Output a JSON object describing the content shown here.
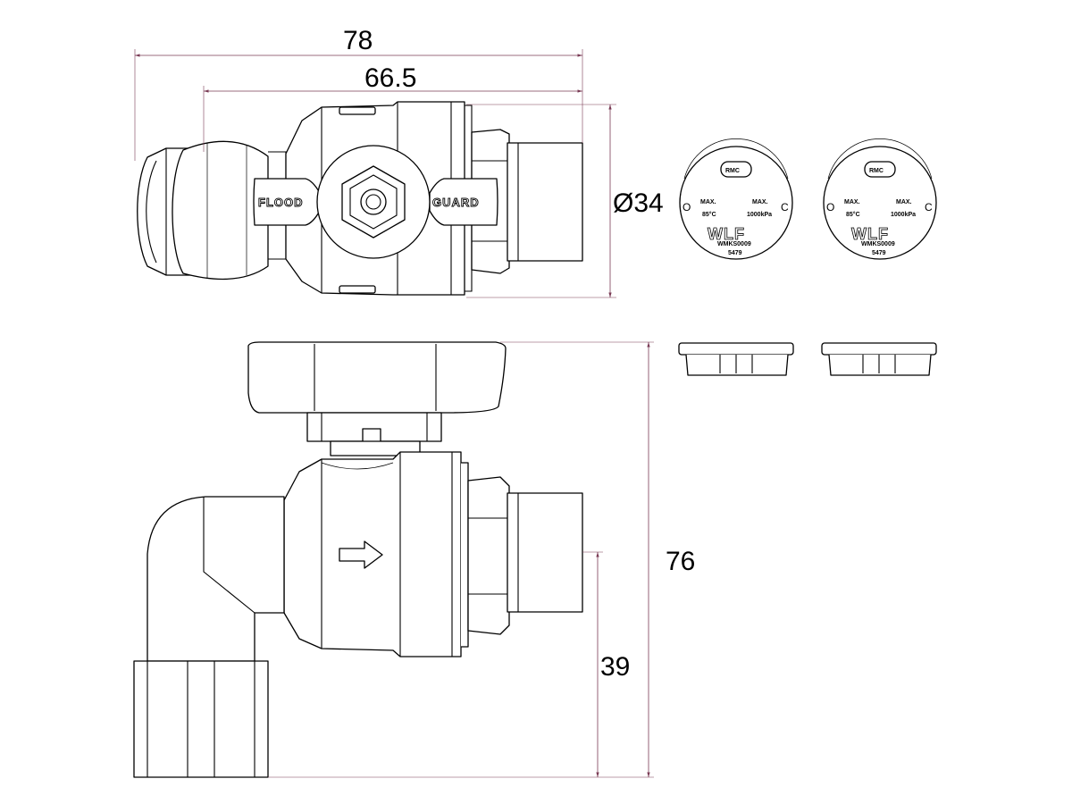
{
  "dimensions": {
    "overall_length": "78",
    "body_length": "66.5",
    "diameter": "Ø34",
    "overall_height": "76",
    "outlet_height": "39"
  },
  "handle": {
    "left_text": "FLOOD",
    "right_text": "GUARD"
  },
  "caps": [
    {
      "logo": "RMC",
      "open_mark": "O",
      "close_mark": "C",
      "temp_label": "MAX.",
      "temp_value": "85°C",
      "pressure_label": "MAX.",
      "pressure_value": "1000kPa",
      "brand": "WLF",
      "code": "WMKS0009",
      "number": "5479"
    },
    {
      "logo": "RMC",
      "open_mark": "O",
      "close_mark": "C",
      "temp_label": "MAX.",
      "temp_value": "85°C",
      "pressure_label": "MAX.",
      "pressure_value": "1000kPa",
      "brand": "WLF",
      "code": "WMKS0009",
      "number": "5479"
    }
  ]
}
